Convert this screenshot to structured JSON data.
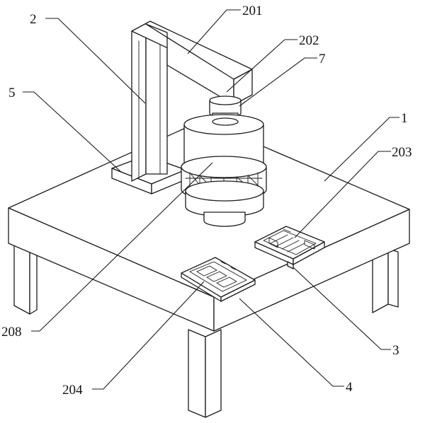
{
  "labels": [
    {
      "id": "201",
      "text": "201"
    },
    {
      "id": "2",
      "text": "2"
    },
    {
      "id": "202",
      "text": "202"
    },
    {
      "id": "7",
      "text": "7"
    },
    {
      "id": "5",
      "text": "5"
    },
    {
      "id": "1",
      "text": "1"
    },
    {
      "id": "203",
      "text": "203"
    },
    {
      "id": "208",
      "text": "208"
    },
    {
      "id": "3",
      "text": "3"
    },
    {
      "id": "204",
      "text": "204"
    },
    {
      "id": "4",
      "text": "4"
    }
  ]
}
